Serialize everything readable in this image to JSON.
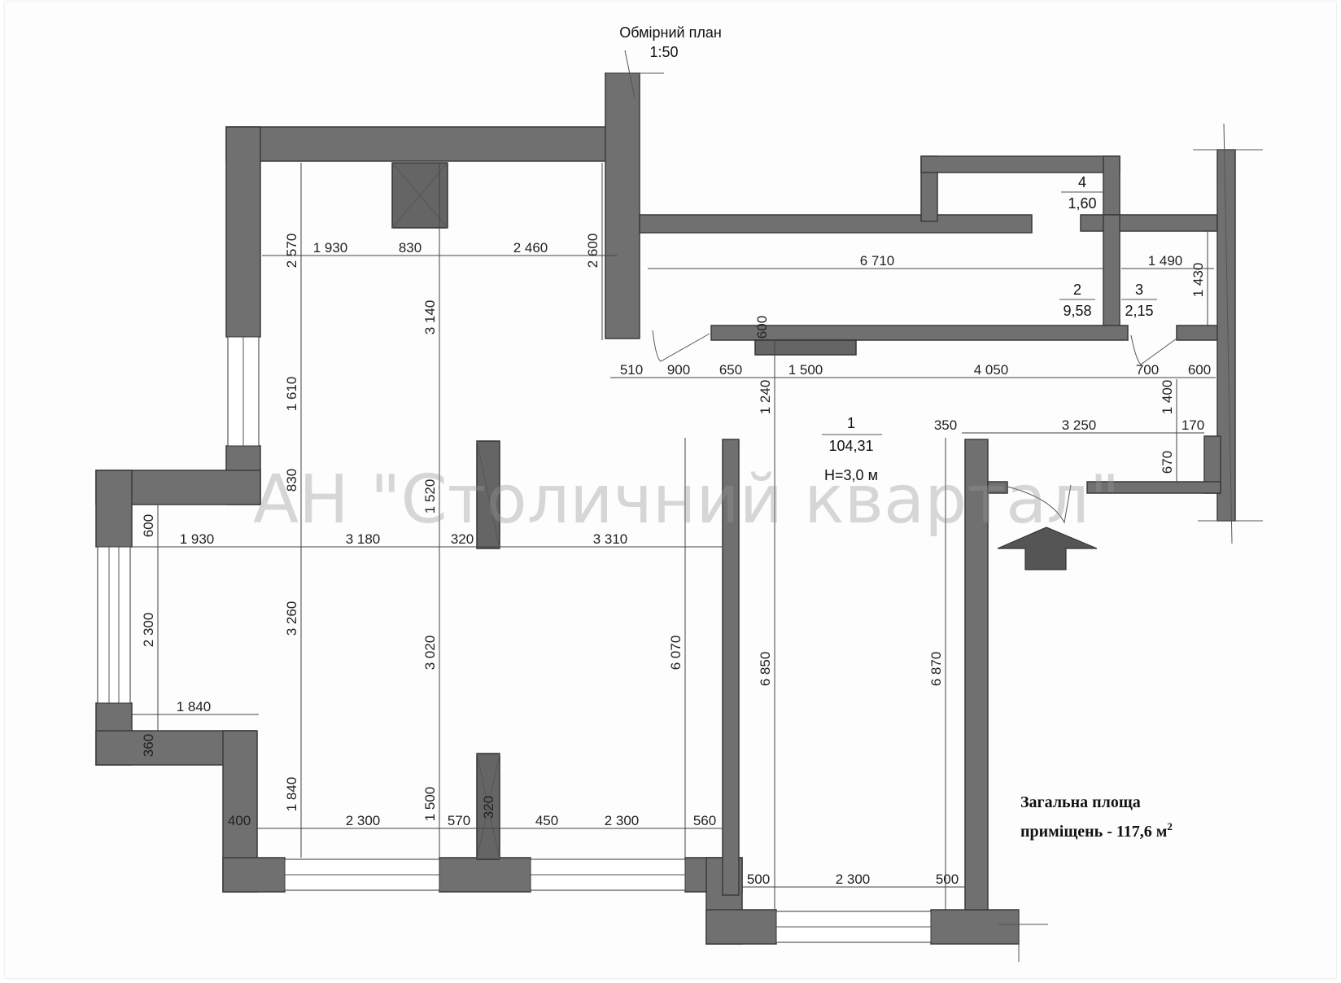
{
  "title": {
    "line1": "Обмірний план",
    "line2": "1:50"
  },
  "watermark": "АН \"Столичний квартал\"",
  "rooms": [
    {
      "number": "1",
      "area": "104,31",
      "height": "H=3,0 м"
    },
    {
      "number": "2",
      "area": "9,58"
    },
    {
      "number": "3",
      "area": "2,15"
    },
    {
      "number": "4",
      "area": "1,60"
    }
  ],
  "note": {
    "line1": "Загальна площа",
    "line2": "приміщень - 117,6 м",
    "sup": "2"
  },
  "dimensions": {
    "d1930a": "1 930",
    "d830a": "830",
    "d2460": "2 460",
    "d2570": "2 570",
    "d2600": "2 600",
    "d6710": "6 710",
    "d1490": "1 490",
    "d1430": "1 430",
    "d3140": "3 140",
    "d1610": "1 610",
    "d510": "510",
    "d900": "900",
    "d650": "650",
    "d1500a": "1 500",
    "d4050": "4 050",
    "d700": "700",
    "d600a": "600",
    "d1240": "1 240",
    "d1400": "1 400",
    "d350a": "350",
    "d3250": "3 250",
    "d170": "170",
    "d670": "670",
    "d830b": "830",
    "d1520": "1 520",
    "d600b": "600",
    "d1930b": "1 930",
    "d3180": "3 180",
    "d320a": "320",
    "d3310": "3 310",
    "d2300a": "2 300",
    "d3260": "3 260",
    "d3020": "3 020",
    "d6070": "6 070",
    "d6850": "6 850",
    "d6870": "6 870",
    "d1840a": "1 840",
    "d360": "360",
    "d1840b": "1 840",
    "d1500b": "1 500",
    "d400": "400",
    "d2300b": "2 300",
    "d570": "570",
    "d320b": "320",
    "d450": "450",
    "d2300c": "2 300",
    "d560": "560",
    "d500a": "500",
    "d2300d": "2 300",
    "d500b": "500",
    "d600c": "600"
  },
  "colors": {
    "wall": "#707070",
    "column": "#656565",
    "text": "#222222"
  }
}
